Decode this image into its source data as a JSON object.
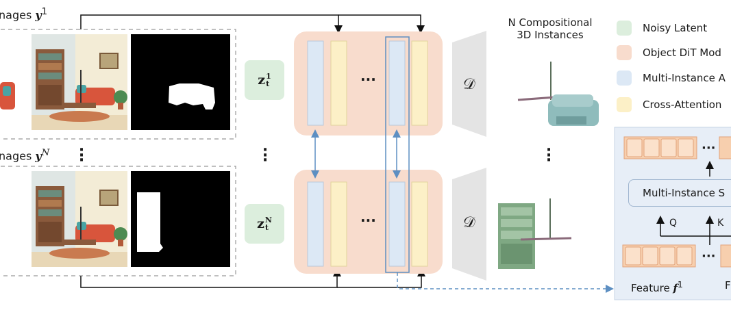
{
  "rows": {
    "first_label_prefix": "nages",
    "first_label_var": "y",
    "first_label_sup": "1",
    "last_label_prefix": "nages",
    "last_label_var": "y",
    "last_label_sup": "N"
  },
  "latents": {
    "first": {
      "base": "z",
      "sub": "t",
      "sup": "1"
    },
    "last": {
      "base": "z",
      "sub": "t",
      "sup": "N"
    }
  },
  "ellipsis": "···",
  "decoder_symbol": "𝒟",
  "output_title_line1": "N Compositional",
  "output_title_line2": "3D Instances",
  "legend": [
    {
      "label": "Noisy Latent",
      "color": "#dceedd"
    },
    {
      "label": "Object DiT Mod",
      "color": "#f8dccd"
    },
    {
      "label": "Multi-Instance A",
      "color": "#dce8f5"
    },
    {
      "label": "Cross-Attention",
      "color": "#fcf0c7"
    }
  ],
  "detail_panel": {
    "module_label": "Multi-Instance S",
    "q_label": "Q",
    "k_label": "K",
    "feature_label": "Feature",
    "feature_var": "f",
    "feature_sup": "1",
    "feature_trailing": "F"
  },
  "colors": {
    "latent": "#dceedd",
    "dit_block": "#f8dccd",
    "attention": "#dce8f5",
    "cross_attention": "#fcf0c7",
    "panel_bg": "#e7eef7",
    "link_blue": "#5d8fc2",
    "token": "#f7cfae"
  }
}
